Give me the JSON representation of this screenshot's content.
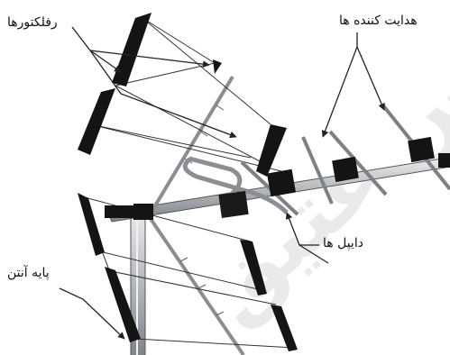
{
  "labels": {
    "reflectors": "رفلکتورها",
    "directors": "هدایت کننده ها",
    "dipoles": "دایپل ها",
    "mast": "پایه آنتن"
  },
  "watermark": "دس عتیق",
  "colors": {
    "element_dark": "#111111",
    "boom_metal": "#b9bcc0",
    "wire": "#333333",
    "leader": "#222222"
  }
}
